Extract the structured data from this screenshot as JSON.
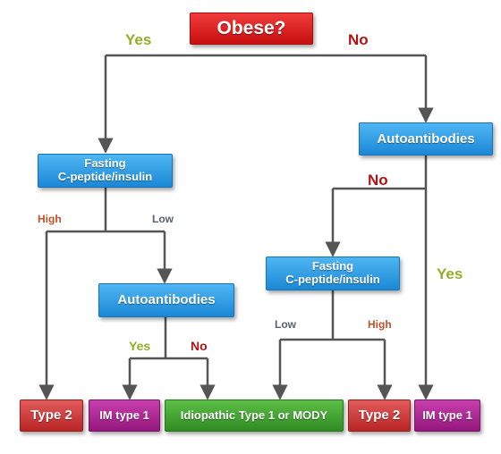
{
  "nodes": {
    "obese": "Obese?",
    "autoantibodies_top": "Autoantibodies",
    "fasting_left_line1": "Fasting",
    "fasting_left_line2": "C-peptide/insulin",
    "fasting_right_line1": "Fasting",
    "fasting_right_line2": "C-peptide/insulin",
    "autoantibodies_mid": "Autoantibodies",
    "type2_left": "Type 2",
    "im_type1_left": "IM type 1",
    "idiopathic": "Idiopathic Type 1 or MODY",
    "type2_right": "Type 2",
    "im_type1_right": "IM type 1"
  },
  "edges": {
    "obese_yes": "Yes",
    "obese_no": "No",
    "left_high": "High",
    "left_low": "Low",
    "mid_yes": "Yes",
    "mid_no": "No",
    "auto_no": "No",
    "auto_yes": "Yes",
    "right_low": "Low",
    "right_high": "High"
  },
  "colors": {
    "decision": "#d91a1a",
    "test": "#2a9be6",
    "type2": "#c43232",
    "im_type1": "#ad2894",
    "idiopathic": "#3e9e2f",
    "connector": "#555555"
  }
}
